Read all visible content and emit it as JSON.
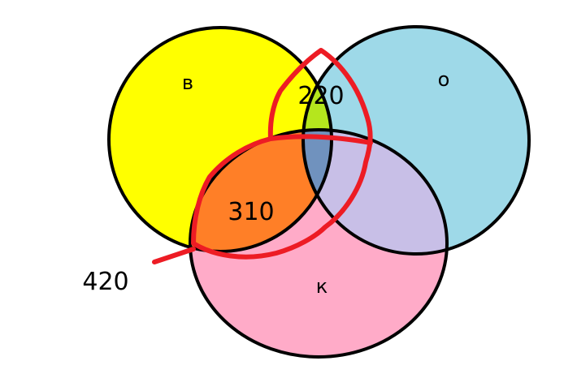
{
  "diagram": {
    "sets": {
      "v": {
        "label": "в",
        "color": "#ffff00"
      },
      "o": {
        "label": "о",
        "color": "#9ed9e8"
      },
      "k": {
        "label": "к",
        "color": "#ffabc8"
      }
    },
    "regions": {
      "v_o": {
        "value": "220",
        "color": "#b5e61d"
      },
      "v_k": {
        "value": "310",
        "color": "#ff7f27"
      },
      "o_k": {
        "color": "#c8bfe7"
      },
      "v_o_k": {
        "color": "#7092be"
      }
    },
    "callout": {
      "value": "420"
    },
    "outline_color": "#000000",
    "highlight_color": "#ed1c24"
  }
}
